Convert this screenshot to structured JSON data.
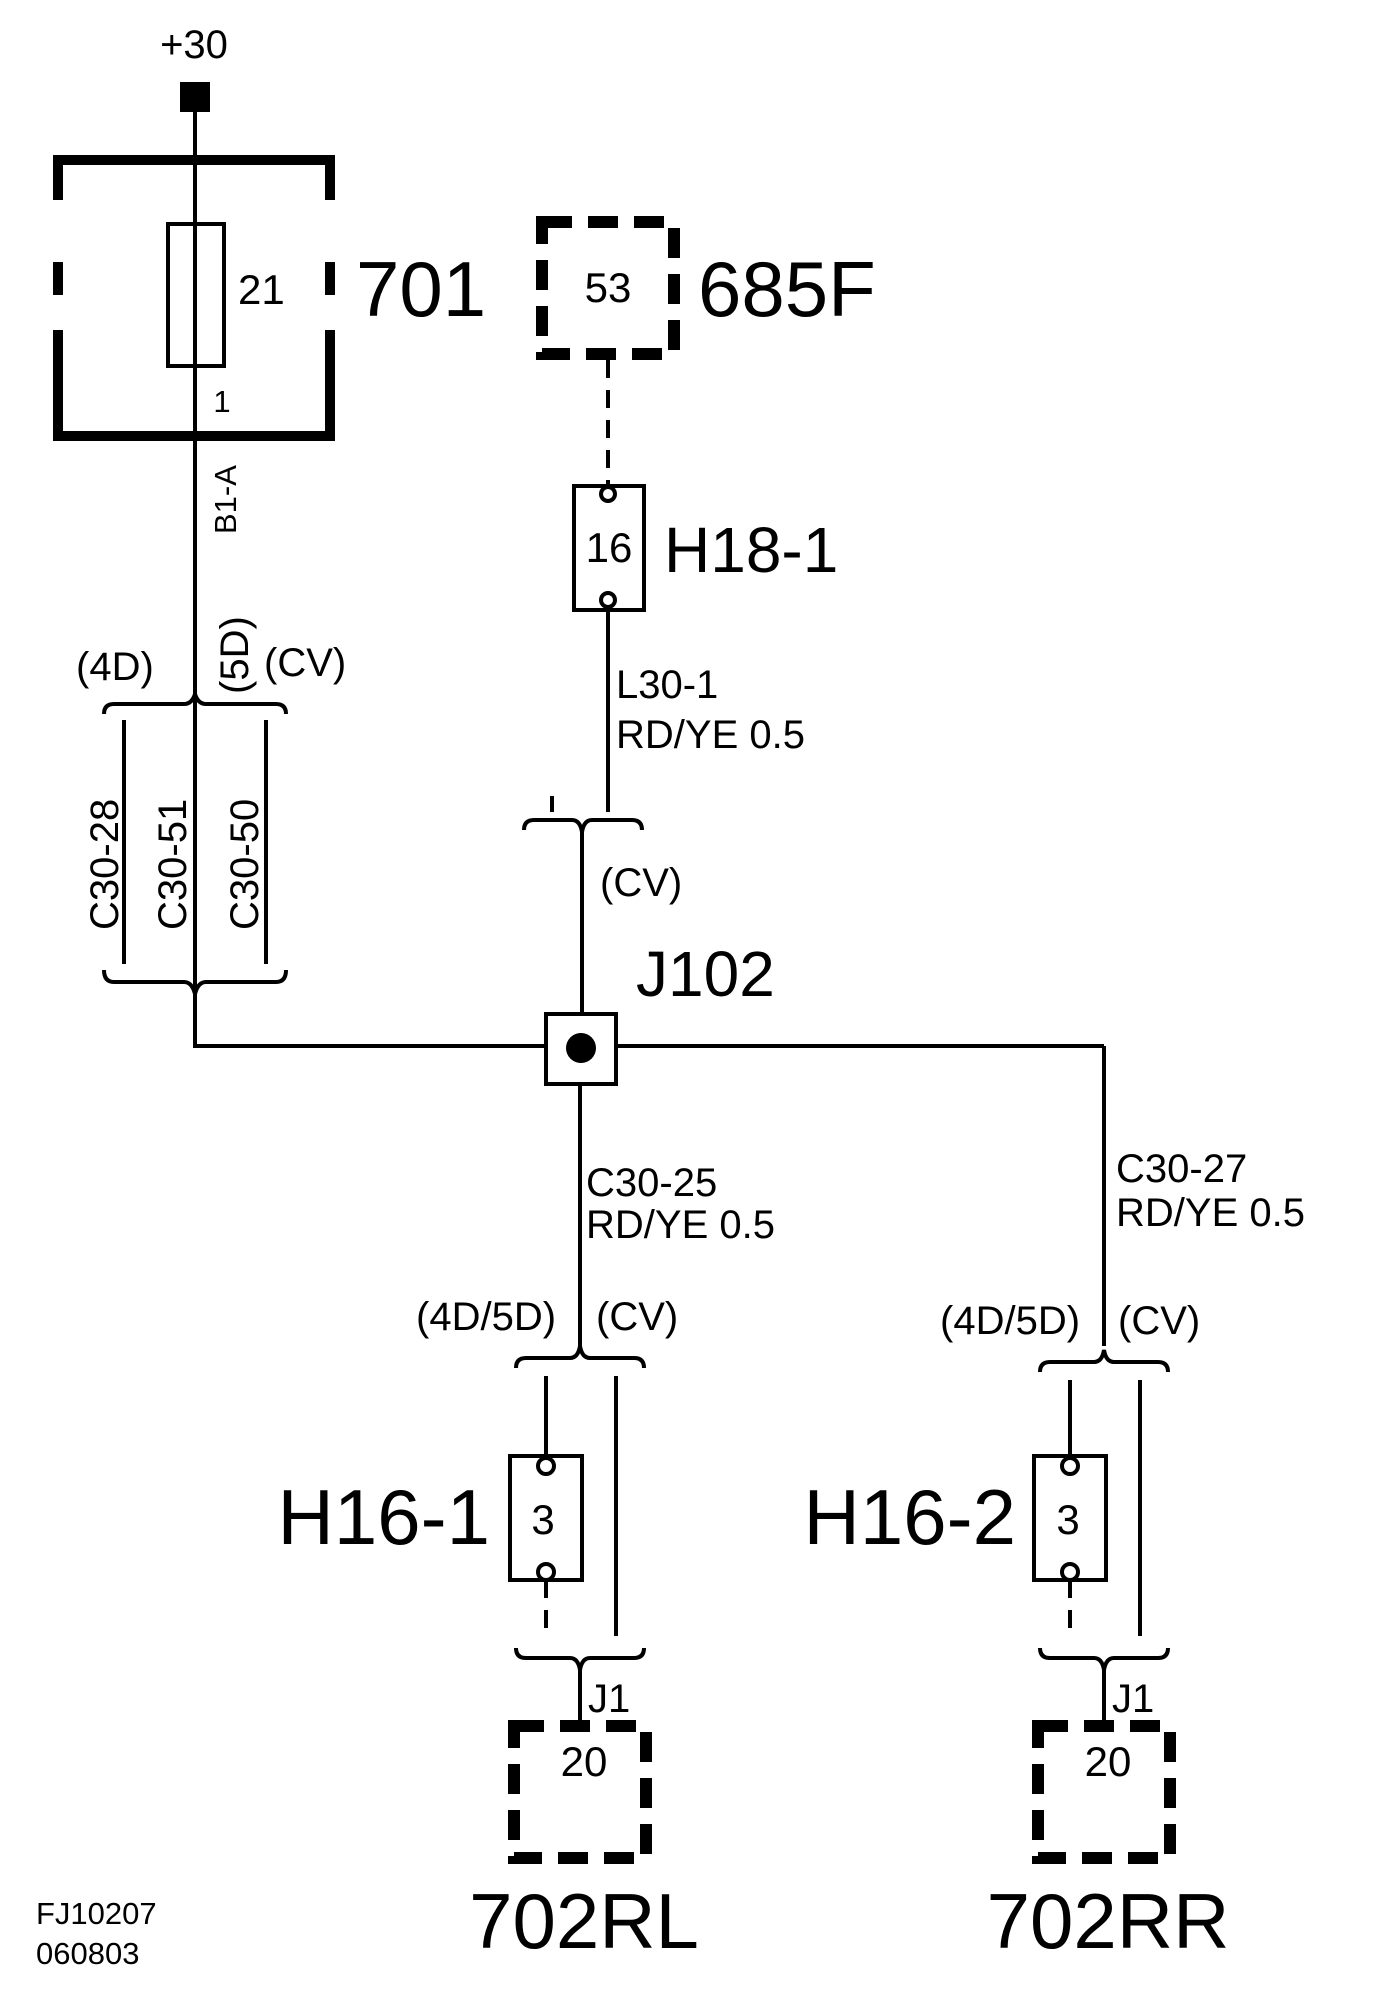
{
  "diagram": {
    "supply": "+30",
    "fuse_box": {
      "id": "701",
      "fuse_number": "21",
      "pin": "1"
    },
    "module_685f": {
      "id": "685F",
      "pin": "53"
    },
    "connector_h18_1": {
      "id": "H18-1",
      "pin": "16"
    },
    "wire_b1a": "B1-A",
    "wire_l30_1": {
      "label": "L30-1",
      "spec": "RD/YE  0.5"
    },
    "variant_4d": "(4D)",
    "variant_5d": "(5D)",
    "variant_cv": "(CV)",
    "variant_4d5d": "(4D/5D)",
    "wires_c30": [
      "C30-28",
      "C30-51",
      "C30-50"
    ],
    "junction": "J102",
    "wire_c30_25": {
      "label": "C30-25",
      "spec": "RD/YE  0.5"
    },
    "wire_c30_27": {
      "label": "C30-27",
      "spec": "RD/YE  0.5"
    },
    "connector_h16_1": {
      "id": "H16-1",
      "pin": "3"
    },
    "connector_h16_2": {
      "id": "H16-2",
      "pin": "3"
    },
    "connector_j1": "J1",
    "lamp_rl": {
      "id": "702RL",
      "pin": "20"
    },
    "lamp_rr": {
      "id": "702RR",
      "pin": "20"
    },
    "drawing_code": "FJ10207",
    "drawing_date": "060803"
  }
}
